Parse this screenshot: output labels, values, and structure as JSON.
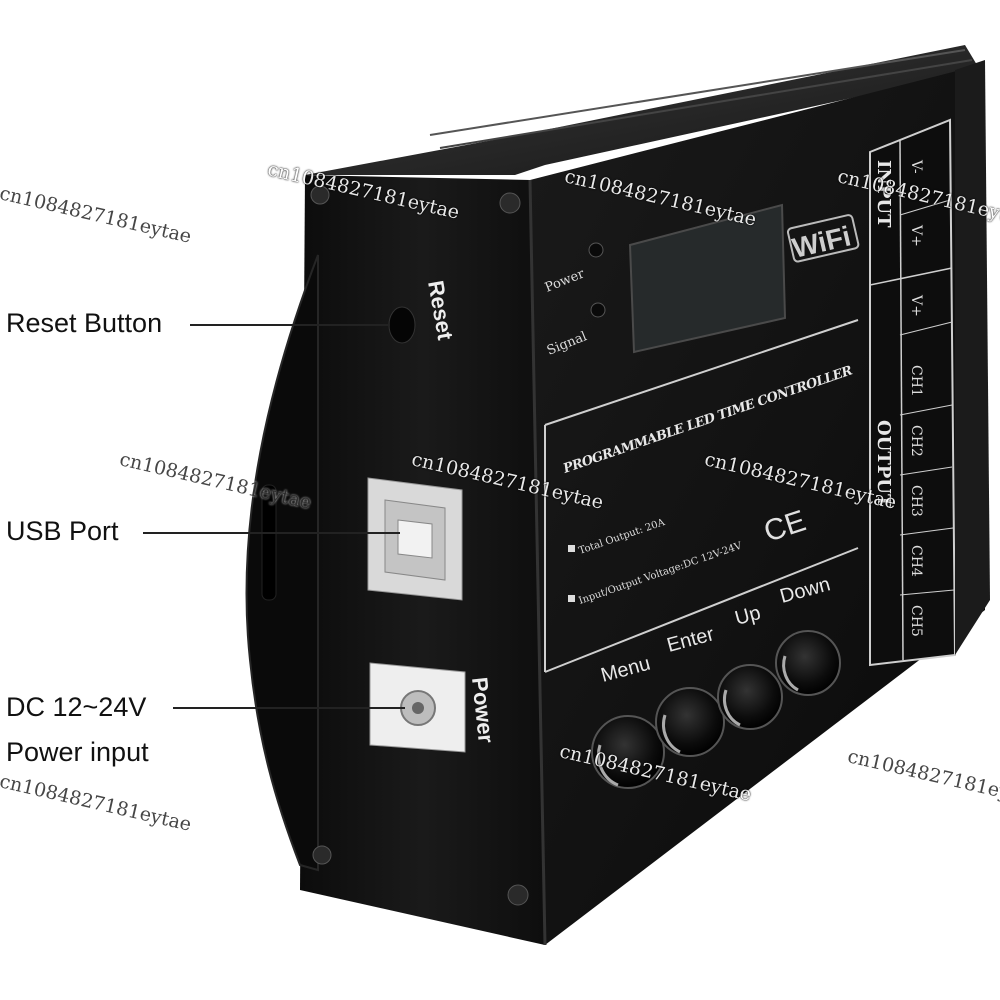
{
  "callouts": {
    "reset": "Reset Button",
    "usb": "USB Port",
    "power_line1": "DC 12~24V",
    "power_line2": "Power input"
  },
  "side_labels": {
    "reset": "Reset",
    "power": "Power"
  },
  "front_panel": {
    "indicator_power": "Power",
    "indicator_signal": "Signal",
    "wifi_logo": "WiFi",
    "product_name": "PROGRAMMABLE LED TIME CONTROLLER",
    "spec_total_output": "Total Output: 20A",
    "spec_voltage": "Input/Output Voltage:DC 12V-24V",
    "ce_mark": "CE",
    "buttons": {
      "menu": "Menu",
      "enter": "Enter",
      "up": "Up",
      "down": "Down"
    }
  },
  "terminal_block": {
    "input_header": "INPUT",
    "output_header": "OUTPUT",
    "input_pins": [
      "V-",
      "V+"
    ],
    "output_pins": [
      "V+",
      "CH1",
      "CH2",
      "CH3",
      "CH4",
      "CH5"
    ]
  },
  "watermark": "cn1084827181eytae",
  "colors": {
    "housing": "#121212",
    "housing_edge": "#2a2a2a",
    "label_white": "#e8e8e8"
  }
}
